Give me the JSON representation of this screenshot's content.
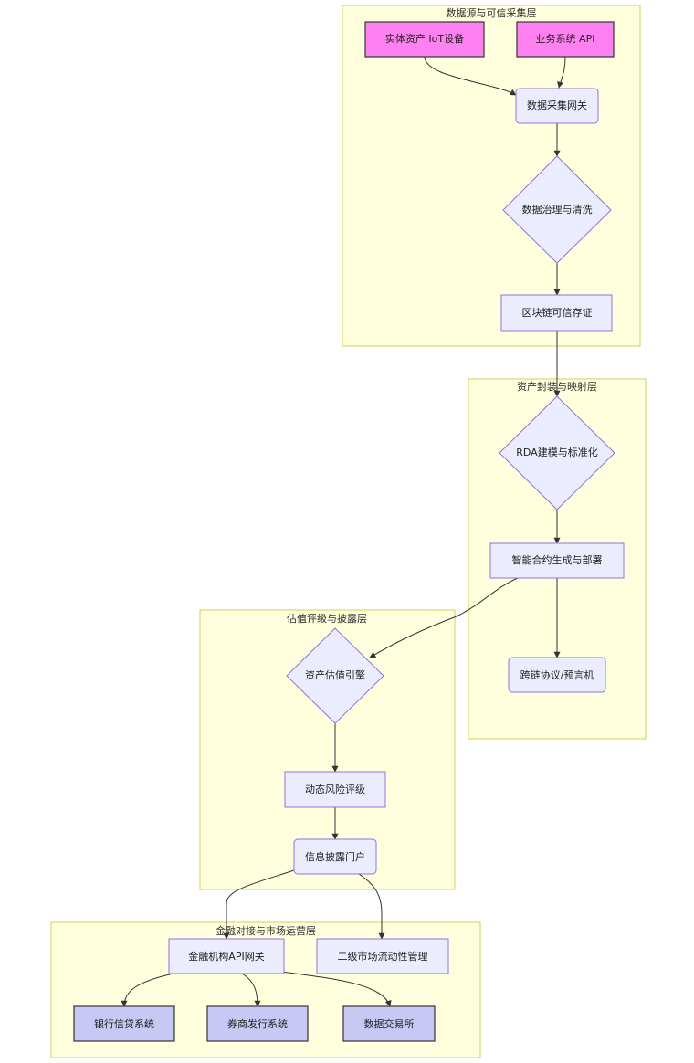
{
  "clusters": {
    "source": "数据源与可信采集层",
    "mapping": "资产封装与映射层",
    "valuation": "估值评级与披露层",
    "finance": "金融对接与市场运营层"
  },
  "nodes": {
    "iot": "实体资产 IoT设备",
    "bizapi": "业务系统 API",
    "gateway": "数据采集网关",
    "govern": "数据治理与清洗",
    "chain": "区块链可信存证",
    "rda": "RDA建模与标准化",
    "contract": "智能合约生成与部署",
    "oracle": "跨链协议/预言机",
    "engine": "资产估值引擎",
    "risk": "动态风险评级",
    "portal": "信息披露门户",
    "finapi": "金融机构API网关",
    "secondary": "二级市场流动性管理",
    "bank": "银行信贷系统",
    "broker": "券商发行系统",
    "exchange": "数据交易所"
  },
  "colors": {
    "cluster_fill": "#ffffde",
    "cluster_stroke": "#cfd05a",
    "node_fill": "#ececff",
    "node_stroke": "#9370db",
    "source_fill": "#ff80f0",
    "terminal_fill": "#c8c8f5"
  }
}
